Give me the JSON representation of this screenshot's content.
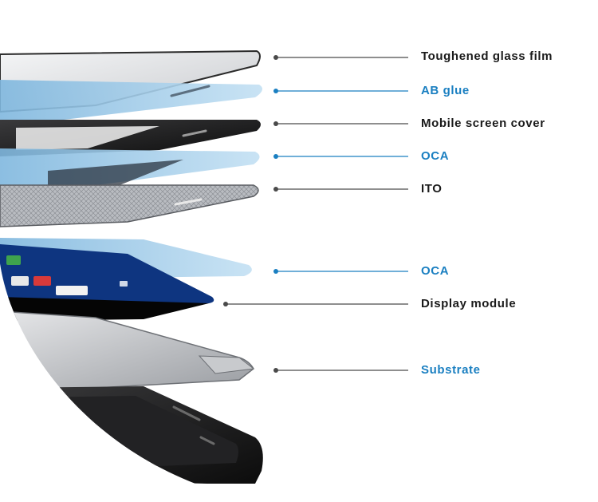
{
  "colors": {
    "dark_label": "#1a1a1a",
    "blue_label": "#1a7fc1",
    "dark_line": "#4a4a4a",
    "blue_line": "#1a7fc1",
    "glass": "#d8dadd",
    "glue": "#9ccbe8",
    "black_panel": "#1c1c1c",
    "screen_blue": "#0f3d8c"
  },
  "layers": [
    {
      "label": "Toughened glass film",
      "tone": "dark"
    },
    {
      "label": "AB glue",
      "tone": "blue"
    },
    {
      "label": "Mobile screen cover",
      "tone": "dark"
    },
    {
      "label": "OCA",
      "tone": "blue"
    },
    {
      "label": "ITO",
      "tone": "dark"
    },
    {
      "label": "OCA",
      "tone": "blue"
    },
    {
      "label": "Display module",
      "tone": "dark"
    },
    {
      "label": "Substrate",
      "tone": "blue"
    }
  ]
}
